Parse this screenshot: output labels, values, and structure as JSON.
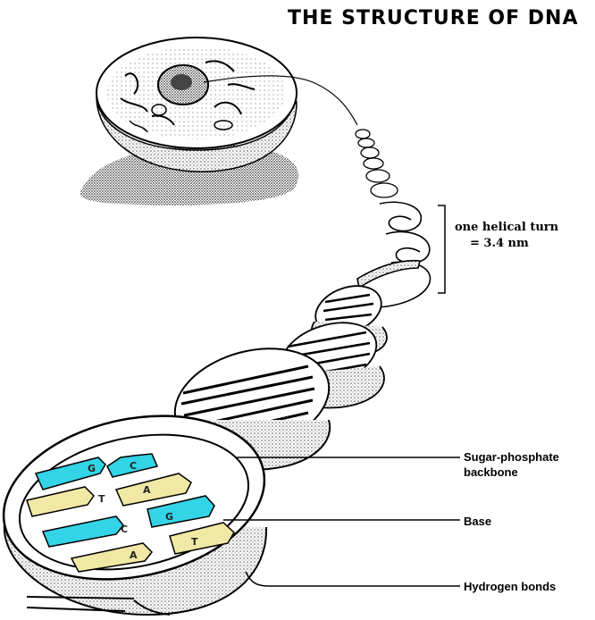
{
  "title": "THE STRUCTURE OF DNA",
  "helical_turn": {
    "line1": "one helical turn",
    "line2": "= 3.4 nm"
  },
  "labels": {
    "backbone": "Sugar-phosphate backbone",
    "base": "Base",
    "hydrogen": "Hydrogen bonds"
  },
  "base_letters": [
    "G",
    "C",
    "T",
    "A",
    "C",
    "G",
    "A",
    "T"
  ],
  "colors": {
    "cyan_base": "#33d4e6",
    "yellow_base": "#f1e8a6",
    "outline": "#000000"
  }
}
